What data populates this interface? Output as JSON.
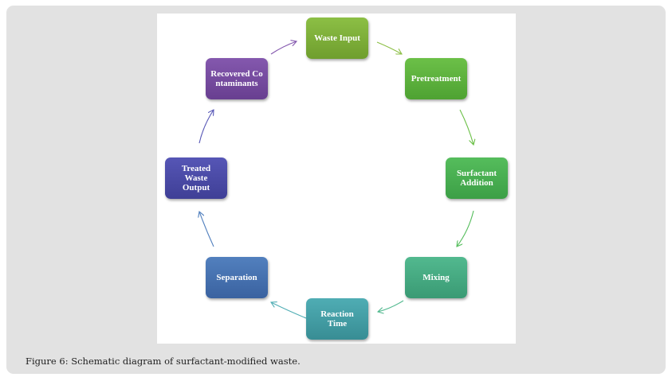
{
  "figure": {
    "caption": "Figure 6: Schematic diagram of surfactant-modified waste.",
    "nodes": [
      {
        "id": "waste-input",
        "label": "Waste Input",
        "color_top": "#8cbf45",
        "color_bottom": "#6f9e2e"
      },
      {
        "id": "pretreatment",
        "label": "Pretreatment",
        "color_top": "#6cc048",
        "color_bottom": "#4ea232"
      },
      {
        "id": "surfactant-addition",
        "label": "Surfactant Addition",
        "color_top": "#55bd5c",
        "color_bottom": "#3c9f46"
      },
      {
        "id": "mixing",
        "label": "Mixing",
        "color_top": "#52b98f",
        "color_bottom": "#3a9a74"
      },
      {
        "id": "reaction-time",
        "label": "Reaction Time",
        "color_top": "#4fadb4",
        "color_bottom": "#388d94"
      },
      {
        "id": "separation",
        "label": "Separation",
        "color_top": "#5280be",
        "color_bottom": "#3a62a0"
      },
      {
        "id": "treated-waste-output",
        "label": "Treated Waste Output",
        "color_top": "#5656b6",
        "color_bottom": "#3f3f96"
      },
      {
        "id": "recovered-contaminants",
        "label": "Recovered Contaminants",
        "color_top": "#8458ae",
        "color_bottom": "#683f90"
      }
    ],
    "arrow_colors": [
      "#8cbf45",
      "#6cc048",
      "#55bd5c",
      "#52b98f",
      "#4fadb4",
      "#5280be",
      "#5656b6",
      "#8458ae"
    ]
  }
}
